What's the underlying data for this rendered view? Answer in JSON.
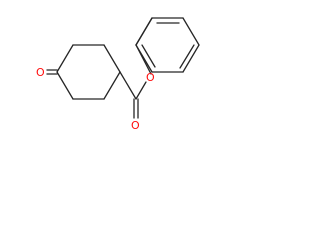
{
  "molecule": {
    "atoms": [
      {
        "id": "O1",
        "element": "O",
        "label": "O",
        "color": "#ff0d0d"
      },
      {
        "id": "O2",
        "element": "O",
        "label": "O",
        "color": "#ff0d0d"
      },
      {
        "id": "O3",
        "element": "O",
        "label": "O",
        "color": "#ff0d0d"
      }
    ],
    "colors": {
      "bond": "#262626",
      "oxygen": "#ff0d0d",
      "background": "#ffffff"
    }
  }
}
